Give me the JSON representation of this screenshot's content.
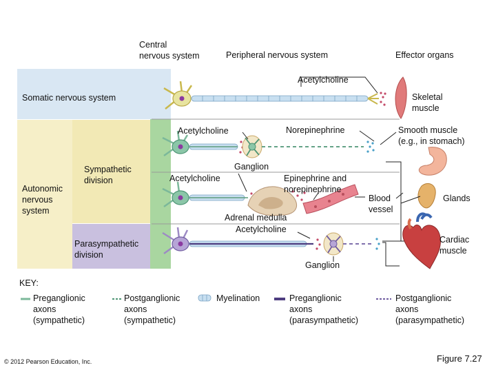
{
  "headers": {
    "cns": "Central\nnervous system",
    "pns": "Peripheral nervous system",
    "effector": "Effector organs"
  },
  "systems": {
    "somatic": "Somatic nervous system",
    "autonomic": "Autonomic\nnervous\nsystem",
    "sympathetic": "Sympathetic\ndivision",
    "parasympathetic": "Parasympathetic\ndivision"
  },
  "labels": {
    "ach_top": "Acetylcholine",
    "skeletal": "Skeletal\nmuscle",
    "ach_symp": "Acetylcholine",
    "norepi": "Norepinephrine",
    "smooth": "Smooth muscle\n(e.g., in stomach)",
    "ganglion_symp": "Ganglion",
    "ach_adrenal": "Acetylcholine",
    "epi": "Epinephrine and\nnorepinephrine",
    "blood": "Blood\nvessel",
    "glands": "Glands",
    "adrenal": "Adrenal medulla",
    "ach_para": "Acetylcholine",
    "cardiac": "Cardiac\nmuscle",
    "ganglion_para": "Ganglion"
  },
  "key": {
    "title": "KEY:",
    "items": [
      "Preganglionic\naxons\n(sympathetic)",
      "Postganglionic\naxons\n(sympathetic)",
      "Myelination",
      "Preganglionic\naxons\n(parasympathetic)",
      "Postganglionic\naxons\n(parasympathetic)"
    ]
  },
  "footer": {
    "copyright": "© 2012 Pearson Education, Inc.",
    "figure": "Figure 7.27"
  },
  "colors": {
    "cns_panel": "#a9d6a0",
    "somatic_panel": "#d9e7f3",
    "autonomic_panel": "#f6efc8",
    "symp_panel": "#f2e9b5",
    "para_panel": "#c9c0df",
    "neuron_cns": "#e8e4a0",
    "neuron_green": "#8bc6a8",
    "neuron_purple": "#b6a5d6",
    "myelin": "#c8dff0"
  }
}
